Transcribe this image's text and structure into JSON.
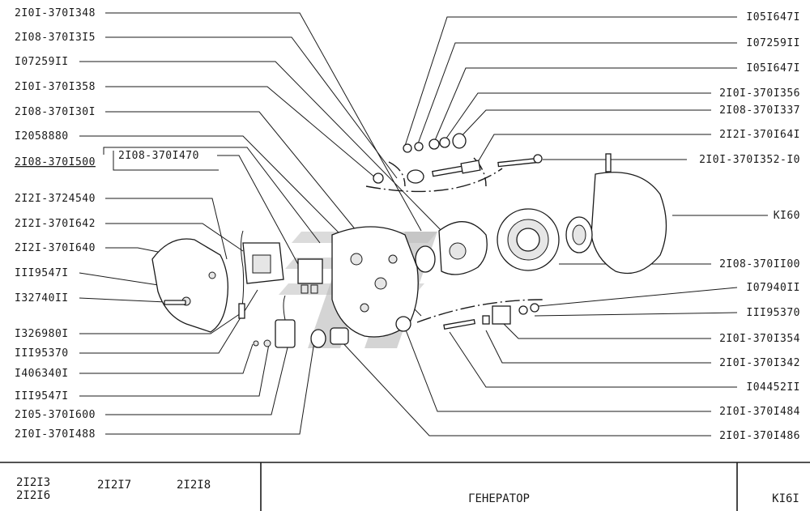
{
  "labels_left": [
    "2I0I-370I348",
    "2I08-370I3I5",
    "I07259II",
    "2I0I-370I358",
    "2I08-370I30I",
    "I2058880",
    "2I08-370I500",
    "2I08-370I470",
    "2I2I-3724540",
    "2I2I-370I642",
    "2I2I-370I640",
    "III9547I",
    "I32740II",
    "I326980I",
    "III95370",
    "I406340I",
    "III9547I",
    "2I05-370I600",
    "2I0I-370I488"
  ],
  "labels_right": [
    "I05I647I",
    "I07259II",
    "I05I647I",
    "2I0I-370I356",
    "2I08-370I337",
    "2I2I-370I64I",
    "2I0I-370I352-I0",
    "KI60",
    "2I08-370II00",
    "I07940II",
    "III95370",
    "2I0I-370I354",
    "2I0I-370I342",
    "I04452II",
    "2I0I-370I484",
    "2I0I-370I486"
  ],
  "footer": {
    "models": [
      "2I2I3",
      "2I2I6",
      "2I2I7",
      "2I2I8"
    ],
    "title": "ГЕНЕРАТОР",
    "page_code": "KI6I"
  }
}
